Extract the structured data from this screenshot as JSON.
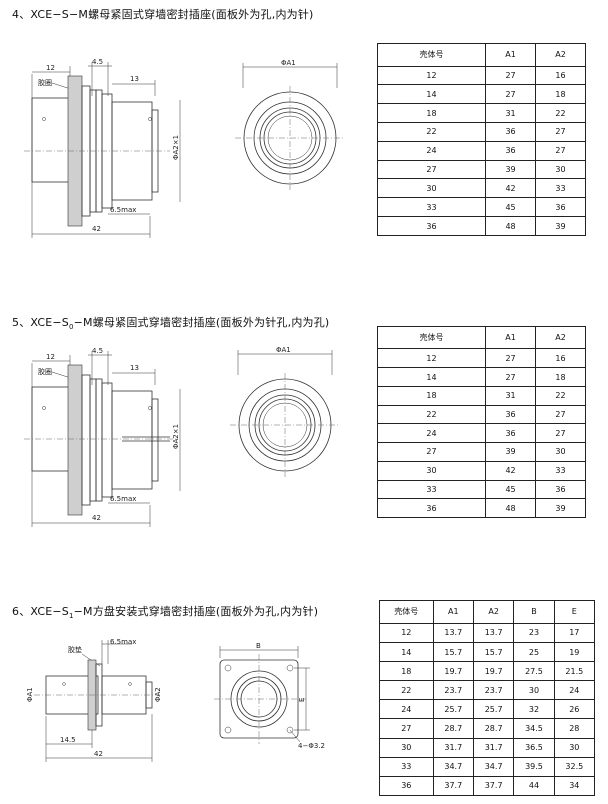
{
  "sections": [
    {
      "title": "4、XCE−S−M螺母紧固式穿墙密封插座(面板外为孔,内为针)",
      "drawing": {
        "dim_top_left": "12",
        "dim_top_mid": "4.5",
        "dim_top_right": "13",
        "label": "胶圈",
        "dim_bottom": "42",
        "dim_max": "6.5max",
        "dim_side": "ΦA2×1",
        "dim_front": "ΦA1"
      },
      "table": {
        "headers": [
          "壳体号",
          "A1",
          "A2"
        ],
        "rows": [
          [
            "12",
            "27",
            "16"
          ],
          [
            "14",
            "27",
            "18"
          ],
          [
            "18",
            "31",
            "22"
          ],
          [
            "22",
            "36",
            "27"
          ],
          [
            "24",
            "36",
            "27"
          ],
          [
            "27",
            "39",
            "30"
          ],
          [
            "30",
            "42",
            "33"
          ],
          [
            "33",
            "45",
            "36"
          ],
          [
            "36",
            "48",
            "39"
          ]
        ]
      }
    },
    {
      "title_prefix": "5、XCE−S",
      "title_sub": "0",
      "title_suffix": "−M螺母紧固式穿墙密封插座(面板外为针孔,内为孔)",
      "drawing": {
        "dim_top_left": "12",
        "dim_top_mid": "4.5",
        "dim_top_right": "13",
        "label": "胶圈",
        "dim_bottom": "42",
        "dim_max": "6.5max",
        "dim_side": "ΦA2×1",
        "dim_front": "ΦA1"
      },
      "table": {
        "headers": [
          "壳体号",
          "A1",
          "A2"
        ],
        "rows": [
          [
            "12",
            "27",
            "16"
          ],
          [
            "14",
            "27",
            "18"
          ],
          [
            "18",
            "31",
            "22"
          ],
          [
            "22",
            "36",
            "27"
          ],
          [
            "24",
            "36",
            "27"
          ],
          [
            "27",
            "39",
            "30"
          ],
          [
            "30",
            "42",
            "33"
          ],
          [
            "33",
            "45",
            "36"
          ],
          [
            "36",
            "48",
            "39"
          ]
        ]
      }
    },
    {
      "title_prefix": "6、XCE−S",
      "title_sub": "1",
      "title_suffix": "−M方盘安装式穿墙密封插座(面板外为孔,内为针)",
      "drawing": {
        "dim_max": "6.5max",
        "label": "胶垫",
        "dim_side_left": "ΦA1",
        "dim_side_right": "ΦA2",
        "dim_left": "14.5",
        "dim_bottom": "42",
        "dim_b": "B",
        "dim_e": "E",
        "dim_holes": "4−Φ3.2"
      },
      "table": {
        "headers": [
          "壳体号",
          "A1",
          "A2",
          "B",
          "E"
        ],
        "rows": [
          [
            "12",
            "13.7",
            "13.7",
            "23",
            "17"
          ],
          [
            "14",
            "15.7",
            "15.7",
            "25",
            "19"
          ],
          [
            "18",
            "19.7",
            "19.7",
            "27.5",
            "21.5"
          ],
          [
            "22",
            "23.7",
            "23.7",
            "30",
            "24"
          ],
          [
            "24",
            "25.7",
            "25.7",
            "32",
            "26"
          ],
          [
            "27",
            "28.7",
            "28.7",
            "34.5",
            "28"
          ],
          [
            "30",
            "31.7",
            "31.7",
            "36.5",
            "30"
          ],
          [
            "33",
            "34.7",
            "34.7",
            "39.5",
            "32.5"
          ],
          [
            "36",
            "37.7",
            "37.7",
            "44",
            "34"
          ]
        ]
      }
    }
  ]
}
